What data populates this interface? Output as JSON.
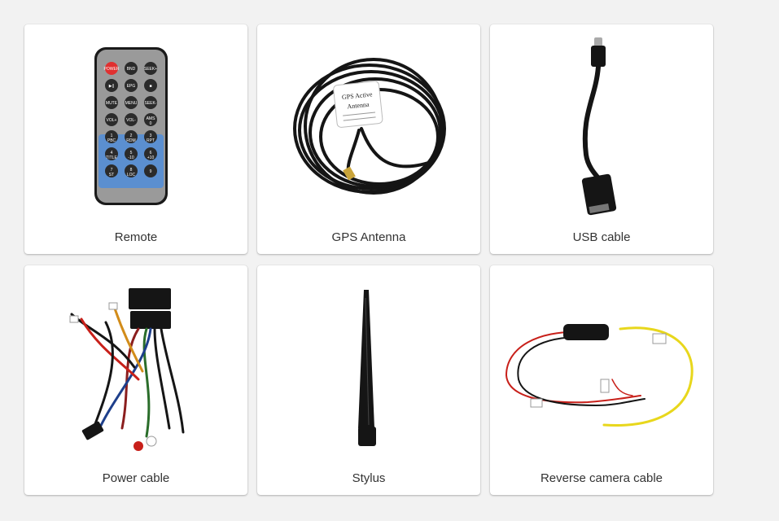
{
  "products": [
    {
      "label": "Remote",
      "icon": "remote-control-icon"
    },
    {
      "label": "GPS Antenna",
      "icon": "gps-antenna-icon",
      "device_text": [
        "GPS Active",
        "Antenna"
      ]
    },
    {
      "label": "USB cable",
      "icon": "usb-cable-icon"
    },
    {
      "label": "Power cable",
      "icon": "power-cable-icon"
    },
    {
      "label": "Stylus",
      "icon": "stylus-icon"
    },
    {
      "label": "Reverse camera cable",
      "icon": "reverse-camera-cable-icon"
    }
  ],
  "remote_buttons": [
    [
      "POWER",
      "BND",
      "SEEK+"
    ],
    [
      "▶||",
      "EPG",
      "■"
    ],
    [
      "MUTE",
      "MENU",
      "SEEK-"
    ],
    [
      "VOL+",
      "VOL-",
      "AMS 0"
    ],
    [
      "1 PBC",
      "2 RDM",
      "3 RPT"
    ],
    [
      "4 TITLE",
      "5 -10",
      "6 +10"
    ],
    [
      "7 ST",
      "8 LOC",
      "9"
    ]
  ],
  "colors": {
    "background": "#f2f2f2",
    "card": "#ffffff",
    "label": "#333333",
    "remote_body": "#9a9a9a",
    "remote_keypad": "#5b8fd0",
    "power_button": "#e03030",
    "cable_black": "#151515",
    "wire_yellow": "#e8d71c",
    "wire_red": "#c8201a"
  }
}
